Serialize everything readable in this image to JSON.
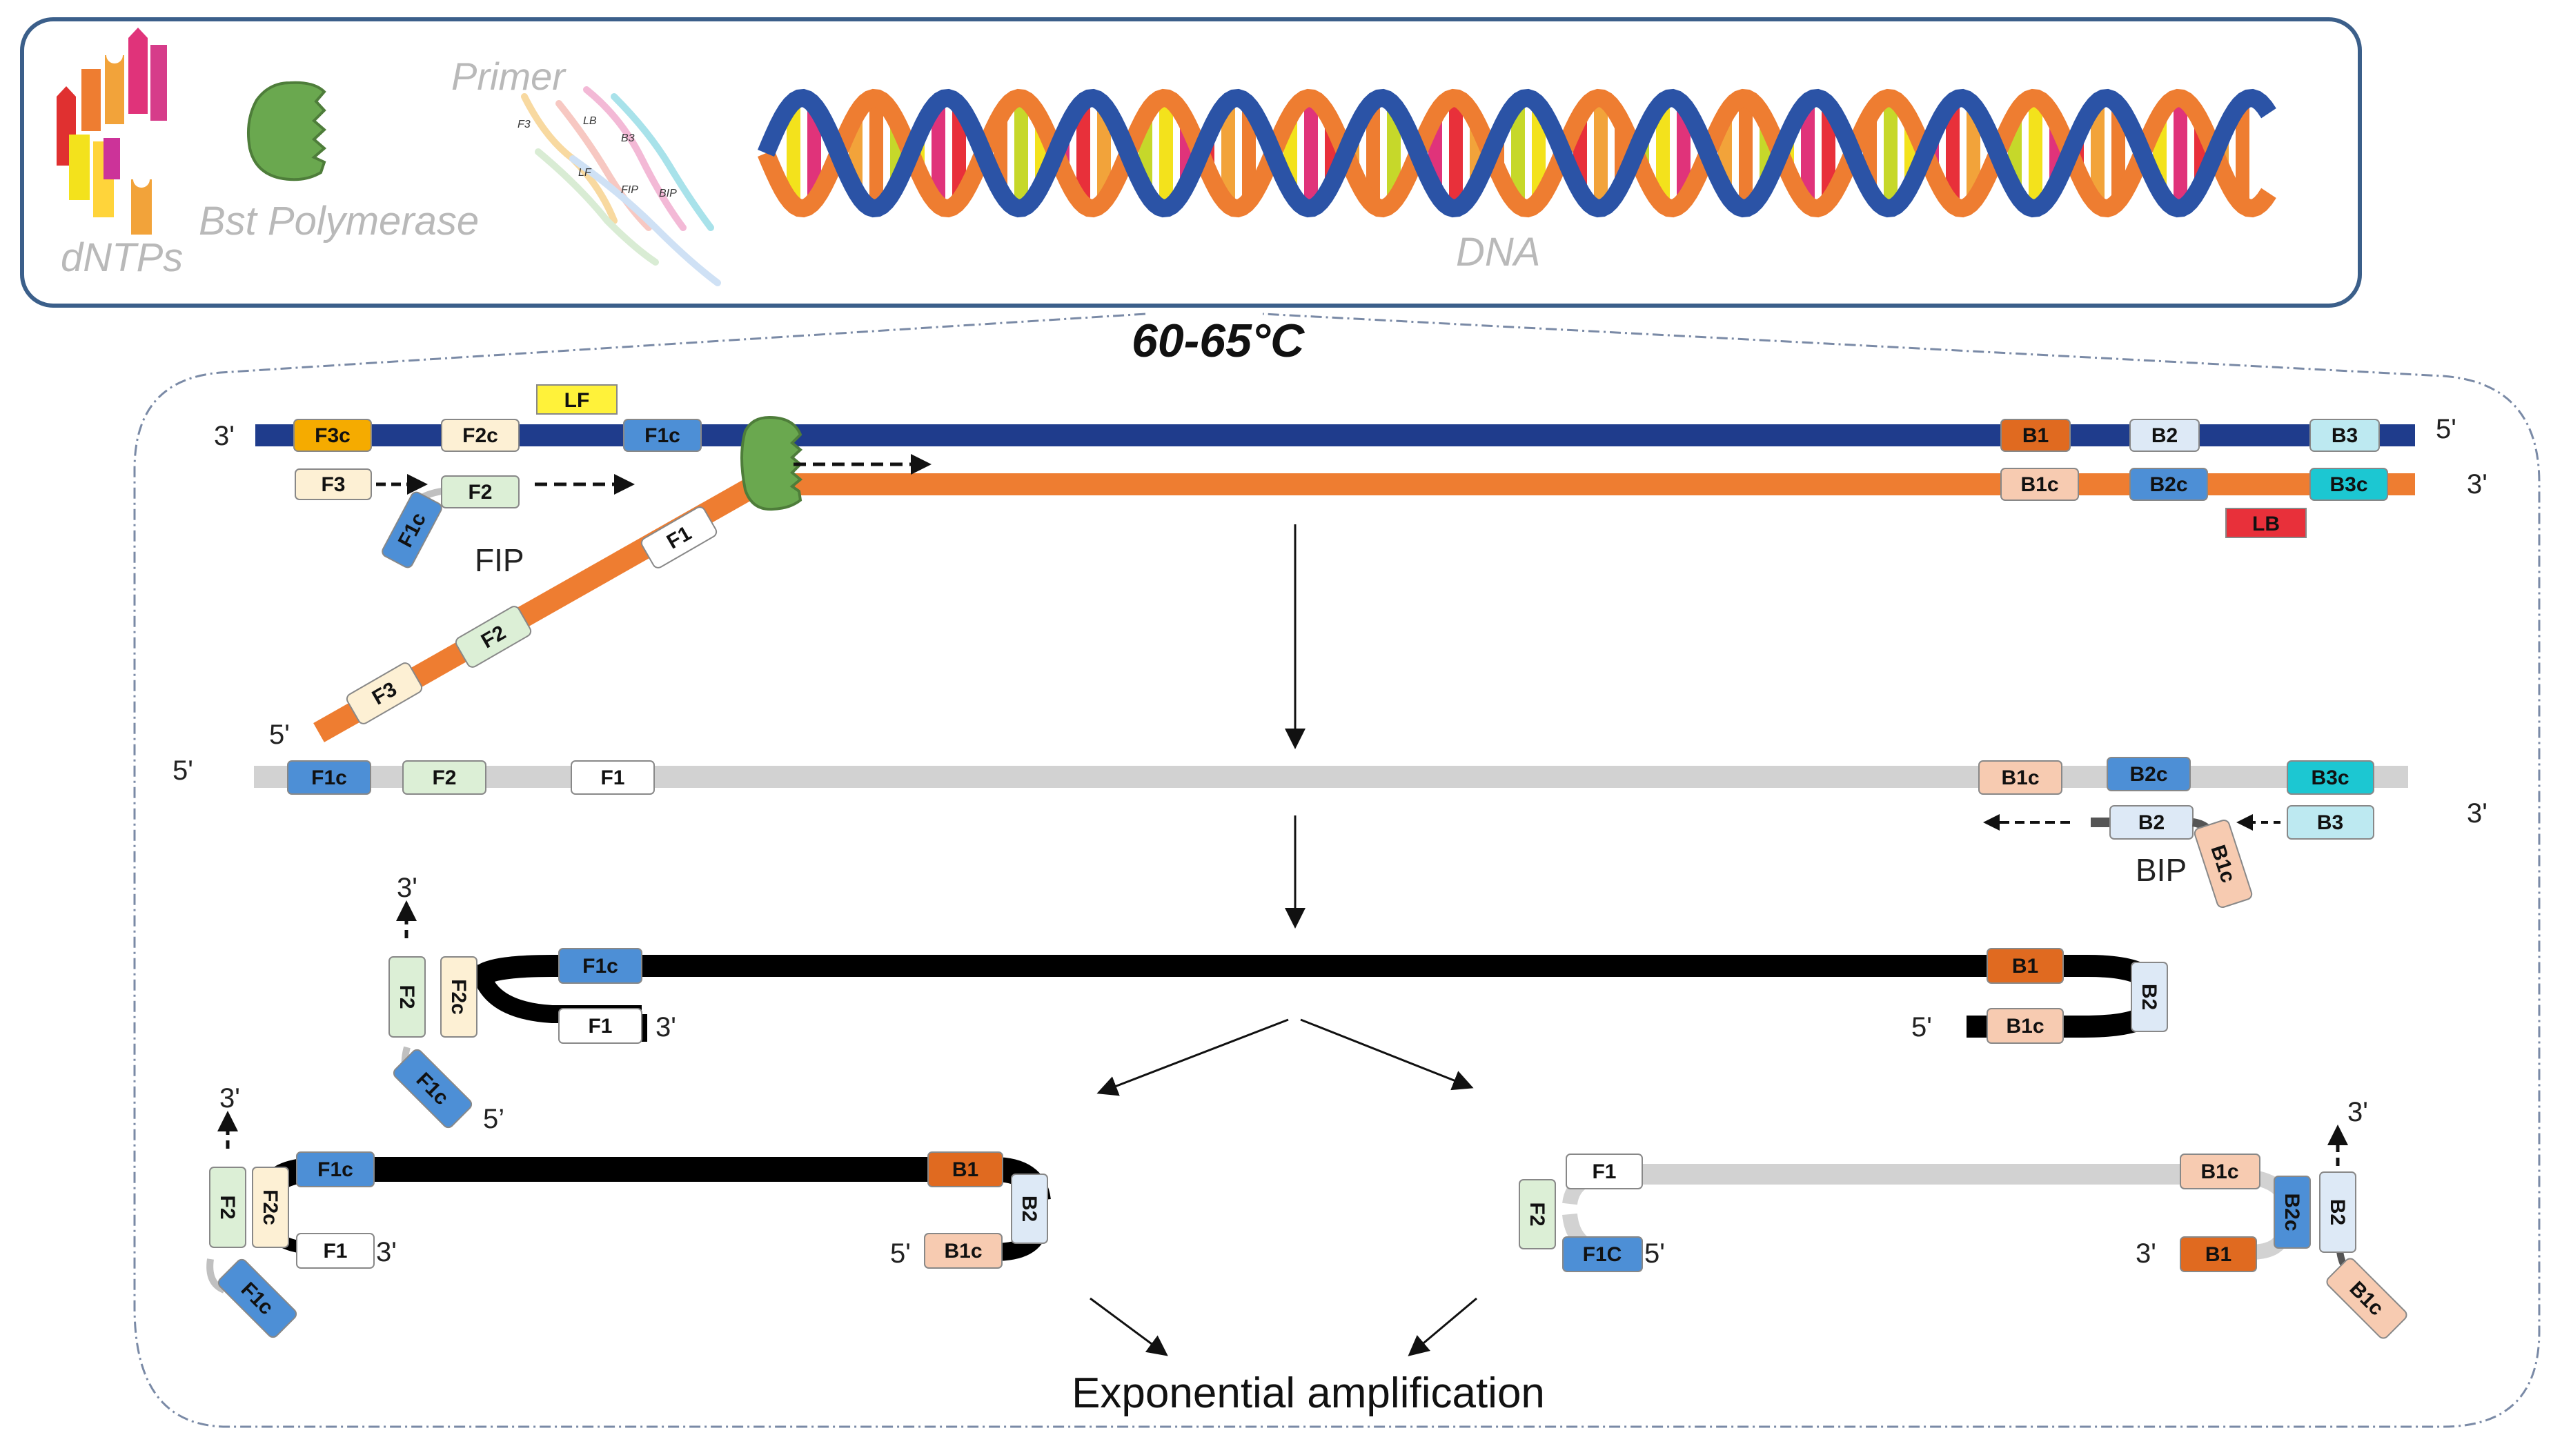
{
  "legend": {
    "dntps": "dNTPs",
    "polymerase": "Bst Polymerase",
    "primer": "Primer",
    "primer_tags": [
      "F3",
      "LB",
      "B3",
      "LF",
      "FIP",
      "BIP"
    ],
    "dna": "DNA"
  },
  "temperature": "60-65°C",
  "stage1": {
    "top_left_end": "3'",
    "top_right_end": "5'",
    "bottom_right_end": "3'",
    "bottom_left_end": "5'",
    "top_regions": [
      "F3c",
      "F2c",
      "F1c",
      "B1",
      "B2",
      "B3"
    ],
    "bottom_regions": [
      "B1c",
      "B2c",
      "B3c"
    ],
    "lf": "LF",
    "lb": "LB",
    "primer_boxes": [
      "F3",
      "F2",
      "F1c"
    ],
    "fip_label": "FIP",
    "strand_regions": [
      "F1",
      "F2",
      "F3"
    ]
  },
  "stage2": {
    "left_end": "5'",
    "right_end": "3'",
    "regions": [
      "F1c",
      "F2",
      "F1",
      "B1c",
      "B2c",
      "B3c"
    ],
    "bip_boxes": [
      "B2",
      "B3",
      "B1c"
    ],
    "bip_label": "BIP"
  },
  "stage3": {
    "ends": [
      "3'",
      "3'",
      "5'"
    ],
    "regions": [
      "F2",
      "F2c",
      "F1c",
      "F1",
      "F1c",
      "B1",
      "B2",
      "B1c"
    ]
  },
  "stage4_left": {
    "ends": [
      "3'",
      "3'",
      "5'"
    ],
    "regions": [
      "F2",
      "F2c",
      "F1c",
      "F1",
      "F1c",
      "B1",
      "B2",
      "B1c"
    ]
  },
  "stage4_right": {
    "ends": [
      "3'",
      "5'",
      "3'"
    ],
    "regions": [
      "F1",
      "F2",
      "F1C",
      "B1c",
      "B2c",
      "B2",
      "B1",
      "B1c"
    ]
  },
  "footer": "Exponential amplification",
  "colors": {
    "frame": "#3b5f8a",
    "dark_blue": "#1f3c8c",
    "orange": "#ee7d31",
    "gray": "#d2d2d2",
    "black": "#000000",
    "polymerase_green": "#6aa84f"
  }
}
